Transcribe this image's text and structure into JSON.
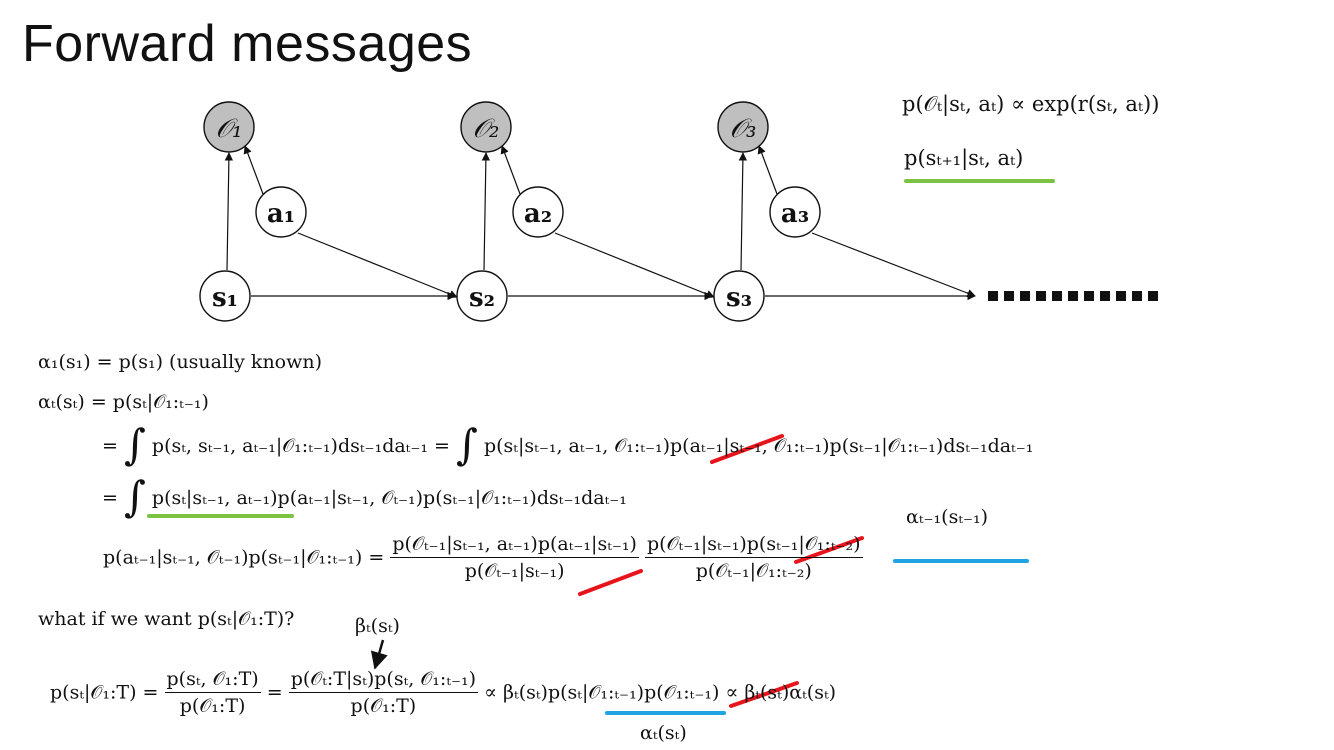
{
  "title": "Forward messages",
  "graph": {
    "nodes": {
      "o1": "𝒪₁",
      "o2": "𝒪₂",
      "o3": "𝒪₃",
      "a1": "a₁",
      "a2": "a₂",
      "a3": "a₃",
      "s1": "s₁",
      "s2": "s₂",
      "s3": "s₃"
    },
    "colors": {
      "observed_fill": "#bfbfbf",
      "node_fill": "#ffffff",
      "stroke": "#111111"
    }
  },
  "side_eqs": {
    "optimality": "p(𝒪ₜ|sₜ, aₜ) ∝ exp(r(sₜ, aₜ))",
    "dynamics": "p(sₜ₊₁|sₜ, aₜ)"
  },
  "eqs": {
    "alpha1": "α₁(s₁) = p(s₁) (usually known)",
    "alphat": "αₜ(sₜ) = p(sₜ|𝒪₁:ₜ₋₁)",
    "line3_eq": "=",
    "line3_a": "p(sₜ, sₜ₋₁, aₜ₋₁|𝒪₁:ₜ₋₁)dsₜ₋₁daₜ₋₁ =",
    "line3_b": "p(sₜ|sₜ₋₁, aₜ₋₁, 𝒪₁:ₜ₋₁)p(aₜ₋₁|sₜ₋₁, 𝒪₁:ₜ₋₁)p(sₜ₋₁|𝒪₁:ₜ₋₁)dsₜ₋₁daₜ₋₁",
    "line4_eq": "=",
    "line4": "p(sₜ|sₜ₋₁, aₜ₋₁)p(aₜ₋₁|sₜ₋₁, 𝒪ₜ₋₁)p(sₜ₋₁|𝒪₁:ₜ₋₁)dsₜ₋₁daₜ₋₁",
    "bayes_lhs": "p(aₜ₋₁|sₜ₋₁, 𝒪ₜ₋₁)p(sₜ₋₁|𝒪₁:ₜ₋₁) =",
    "bayes_num1": "p(𝒪ₜ₋₁|sₜ₋₁, aₜ₋₁)p(aₜ₋₁|sₜ₋₁)",
    "bayes_den1": "p(𝒪ₜ₋₁|sₜ₋₁)",
    "bayes_num2": "p(𝒪ₜ₋₁|sₜ₋₁)p(sₜ₋₁|𝒪₁:ₜ₋₂)",
    "bayes_den2": "p(𝒪ₜ₋₁|𝒪₁:ₜ₋₂)",
    "alpha_prev_label": "αₜ₋₁(sₜ₋₁)",
    "question": "what if we want p(sₜ|𝒪₁:T)?",
    "beta_label": "βₜ(sₜ)",
    "final_lhs": "p(sₜ|𝒪₁:T) =",
    "final_num1": "p(sₜ, 𝒪₁:T)",
    "final_den1": "p(𝒪₁:T)",
    "final_eq": "=",
    "final_num2": "p(𝒪ₜ:T|sₜ)p(sₜ, 𝒪₁:ₜ₋₁)",
    "final_den2": "p(𝒪₁:T)",
    "final_rhs": "∝ βₜ(sₜ)p(sₜ|𝒪₁:ₜ₋₁)p(𝒪₁:ₜ₋₁) ∝ βₜ(sₜ)αₜ(sₜ)",
    "alpha_t_label": "αₜ(sₜ)",
    "integral": "∫"
  },
  "annotation_colors": {
    "green": "#7dc242",
    "blue": "#1ea4e0",
    "red": "#e8141b"
  }
}
